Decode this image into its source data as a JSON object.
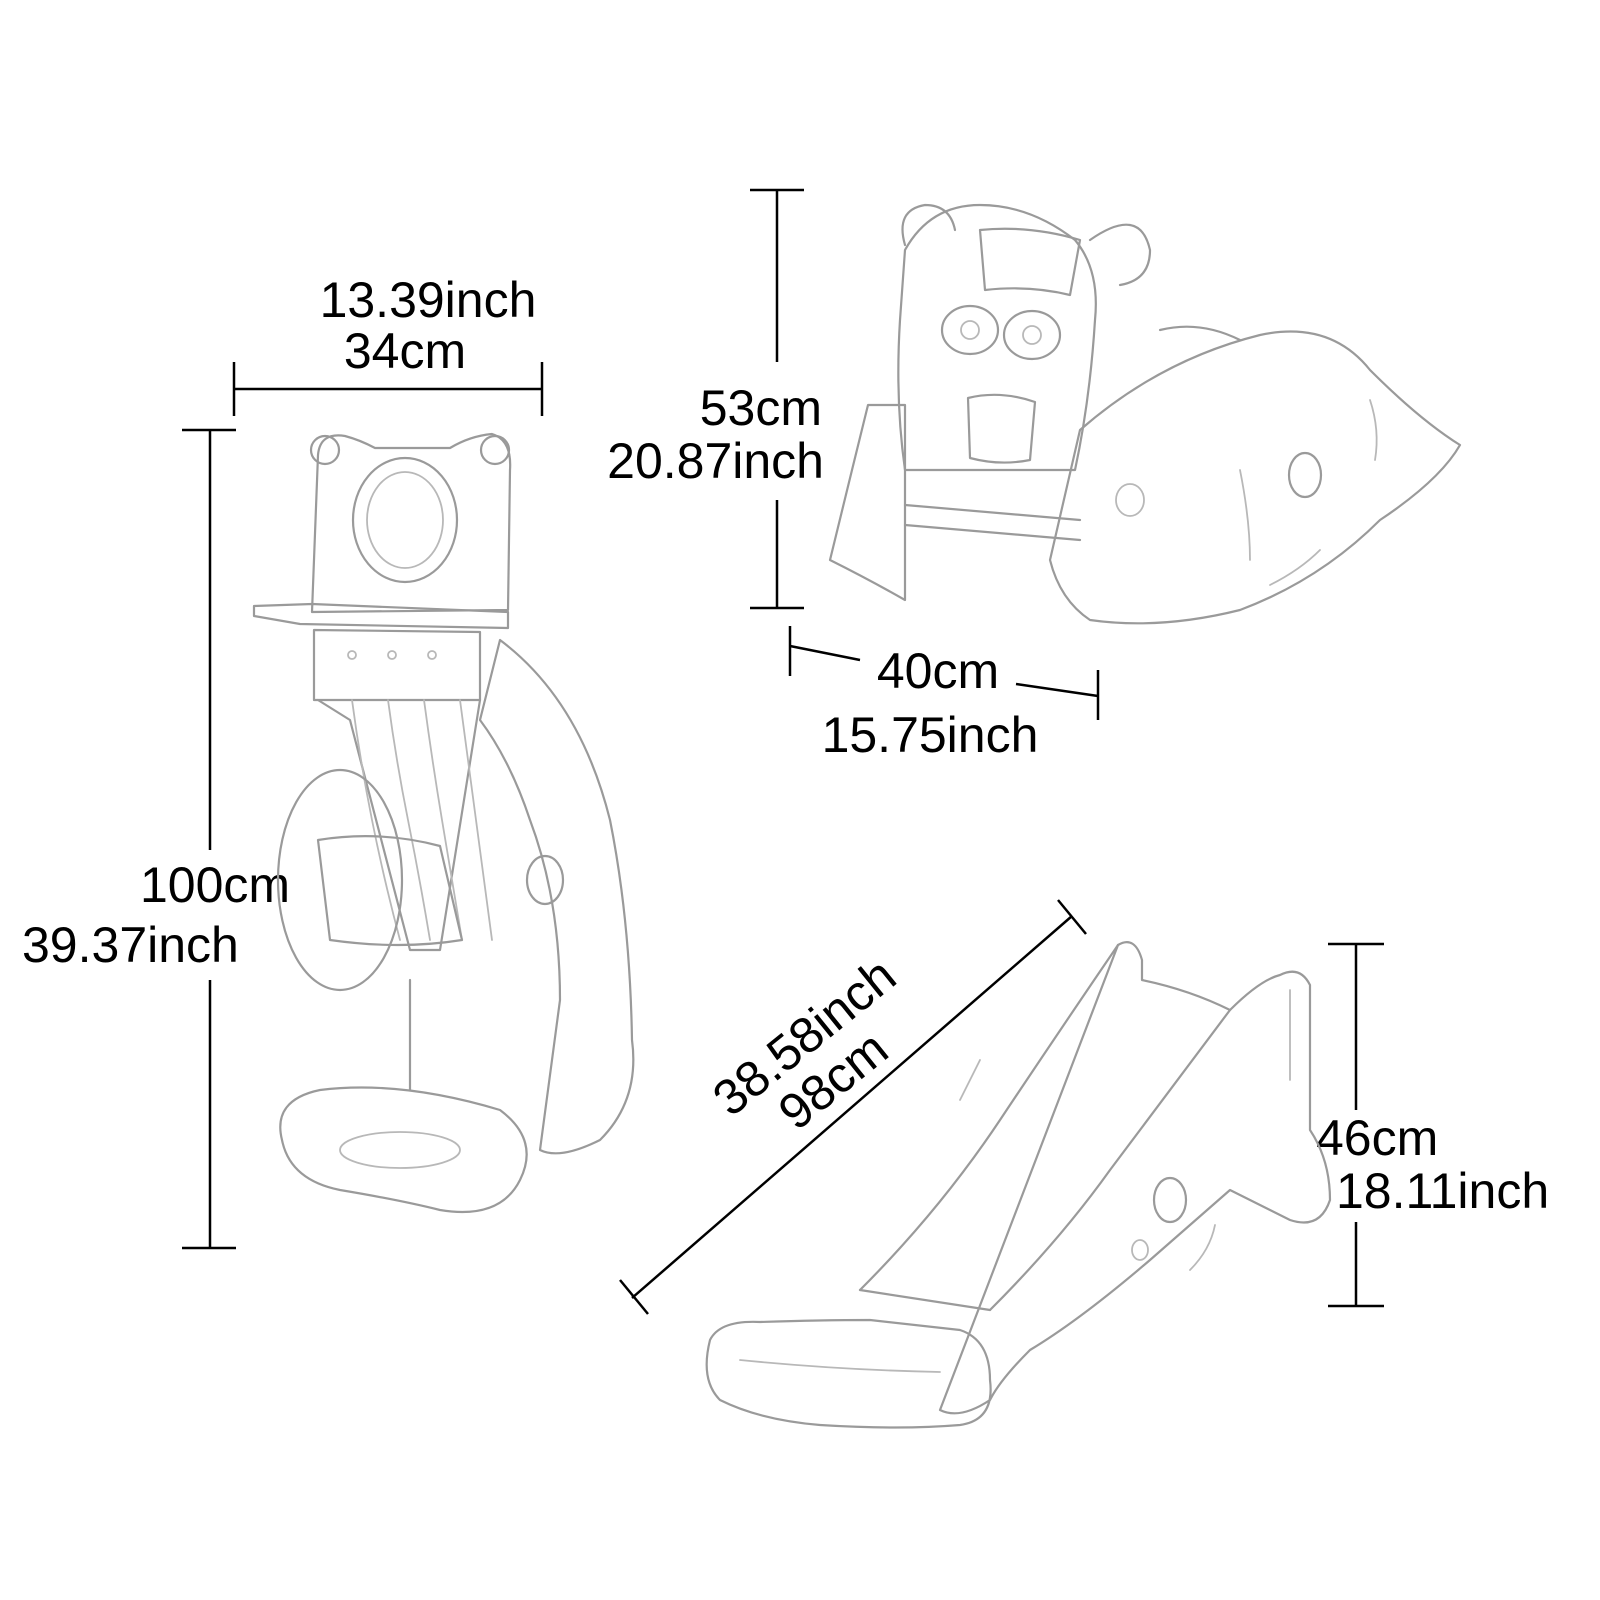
{
  "views": {
    "upright": {
      "width_inch": "13.39inch",
      "width_cm": "34cm",
      "height_cm": "100cm",
      "height_inch": "39.37inch"
    },
    "rocker": {
      "height_cm": "53cm",
      "height_inch": "20.87inch",
      "width_cm": "40cm",
      "width_inch": "15.75inch"
    },
    "slide": {
      "length_inch": "38.58inch",
      "length_cm": "98cm",
      "height_cm": "46cm",
      "height_inch": "18.11inch"
    }
  },
  "colors": {
    "text": "#000000",
    "outline": "#9a9a9a",
    "background": "#ffffff"
  }
}
